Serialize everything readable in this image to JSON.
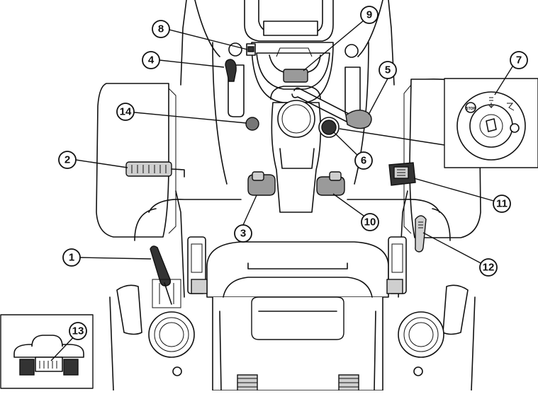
{
  "callouts": {
    "c1": "1",
    "c2": "2",
    "c3": "3",
    "c4": "4",
    "c5": "5",
    "c6": "6",
    "c7": "7",
    "c8": "8",
    "c9": "9",
    "c10": "10",
    "c11": "11",
    "c12": "12",
    "c13": "13",
    "c14": "14"
  },
  "ignition_inset": {
    "stop_label": "STOP"
  }
}
